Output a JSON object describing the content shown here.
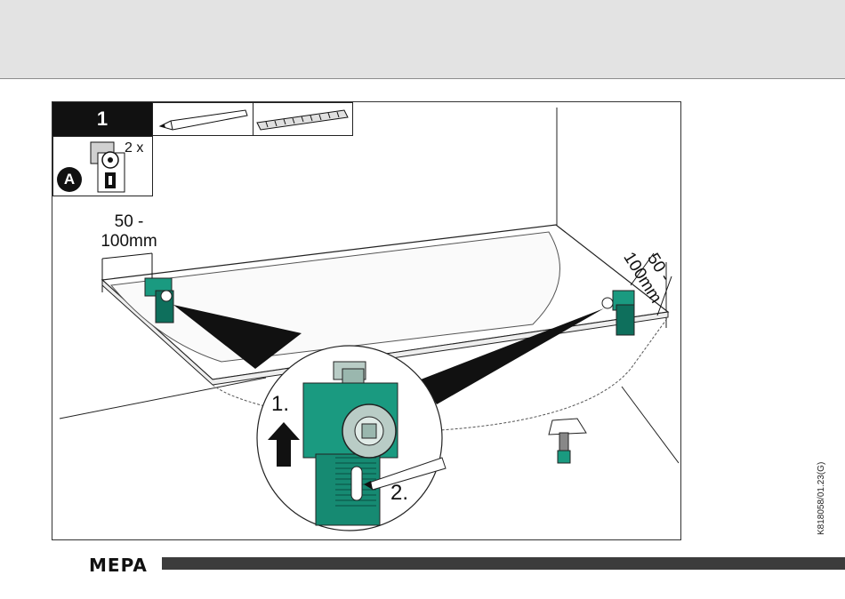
{
  "step": {
    "number": "1"
  },
  "parts": {
    "quantity": "2 x",
    "label": "A"
  },
  "dimensions": {
    "left": "50 -\n100mm",
    "right": "50 -\n100mm"
  },
  "callout": {
    "step1": "1.",
    "step2": "2."
  },
  "document_code": "K818058/01.23(G)",
  "brand": "MEPA",
  "colors": {
    "accent": "#1a9a80",
    "accent_dark": "#0e6f5c",
    "header": "#e3e3e3",
    "bar": "#3c3c3c"
  },
  "icons": [
    "pencil-icon",
    "spirit-level-icon",
    "bracket-icon"
  ]
}
